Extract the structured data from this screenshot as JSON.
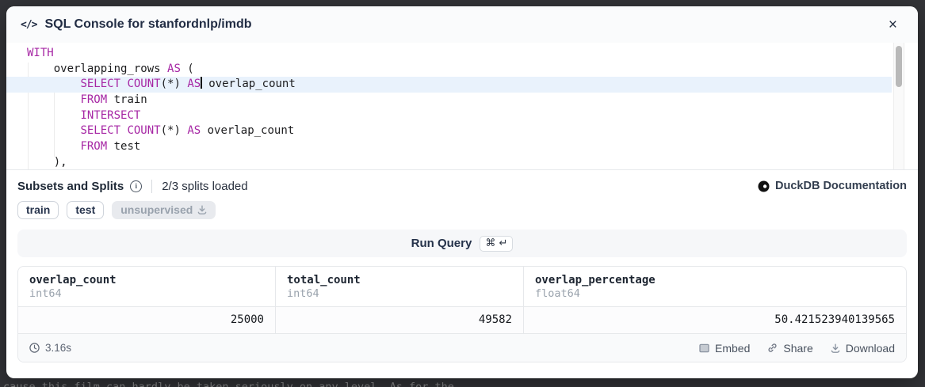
{
  "backdrop": {
    "text": "cause this film can hardly be taken seriously on any level. As for the"
  },
  "modal": {
    "icon_glyph": "</>",
    "title": "SQL Console for stanfordnlp/imdb",
    "close_glyph": "×"
  },
  "editor": {
    "active_line_index": 2,
    "lines": [
      [
        {
          "t": "WITH",
          "kw": true
        }
      ],
      [
        {
          "t": "    overlapping_rows "
        },
        {
          "t": "AS",
          "kw": true
        },
        {
          "t": " ("
        }
      ],
      [
        {
          "t": "        "
        },
        {
          "t": "SELECT",
          "kw": true
        },
        {
          "t": " "
        },
        {
          "t": "COUNT",
          "kw": true
        },
        {
          "t": "(*) "
        },
        {
          "t": "AS",
          "kw": true,
          "caret": true
        },
        {
          "t": " overlap_count"
        }
      ],
      [
        {
          "t": "        "
        },
        {
          "t": "FROM",
          "kw": true
        },
        {
          "t": " train"
        }
      ],
      [
        {
          "t": "        "
        },
        {
          "t": "INTERSECT",
          "kw": true
        }
      ],
      [
        {
          "t": "        "
        },
        {
          "t": "SELECT",
          "kw": true
        },
        {
          "t": " "
        },
        {
          "t": "COUNT",
          "kw": true
        },
        {
          "t": "(*) "
        },
        {
          "t": "AS",
          "kw": true
        },
        {
          "t": " overlap_count"
        }
      ],
      [
        {
          "t": "        "
        },
        {
          "t": "FROM",
          "kw": true
        },
        {
          "t": " test"
        }
      ],
      [
        {
          "t": "    ),"
        }
      ]
    ]
  },
  "subsets": {
    "heading": "Subsets and Splits",
    "info_icon": "i",
    "status": "2/3 splits loaded"
  },
  "docs": {
    "label": "DuckDB Documentation",
    "icon": "duckdb-logo-icon"
  },
  "splits": [
    {
      "label": "train",
      "loaded": true
    },
    {
      "label": "test",
      "loaded": true
    },
    {
      "label": "unsupervised",
      "loaded": false,
      "icon": "download-icon"
    }
  ],
  "run": {
    "label": "Run Query",
    "shortcut": "⌘ ↵"
  },
  "results": {
    "columns": [
      {
        "name": "overlap_count",
        "type": "int64"
      },
      {
        "name": "total_count",
        "type": "int64"
      },
      {
        "name": "overlap_percentage",
        "type": "float64"
      }
    ],
    "rows": [
      [
        "25000",
        "49582",
        "50.421523940139565"
      ]
    ],
    "duration": "3.16s",
    "actions": [
      {
        "label": "Embed",
        "icon": "embed-icon"
      },
      {
        "label": "Share",
        "icon": "share-icon"
      },
      {
        "label": "Download",
        "icon": "download-icon"
      }
    ]
  },
  "colors": {
    "keyword": "#a626a4",
    "active_line": "#e9f2fc",
    "title": "#222d44"
  }
}
